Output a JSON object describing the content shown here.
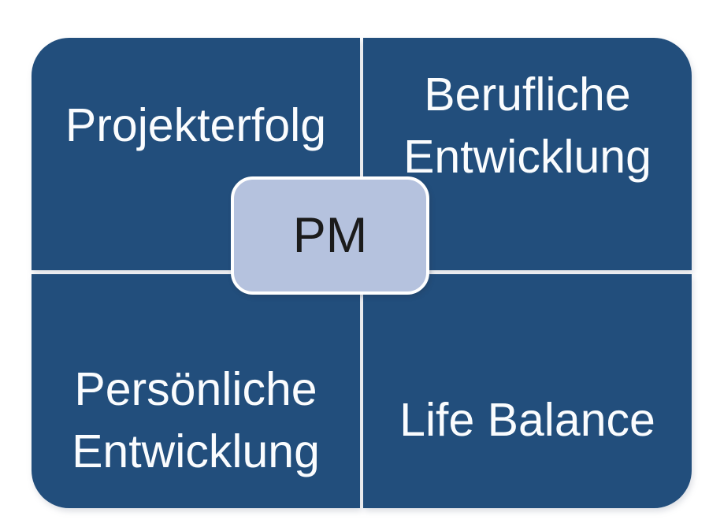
{
  "page": {
    "background_color": "#ffffff"
  },
  "diagram": {
    "type": "quadrant-matrix",
    "center": {
      "label": "PM",
      "fill_color": "#b5c2de",
      "border_color": "#ffffff",
      "text_color": "#1b1b1b"
    },
    "quadrants": {
      "top_left": {
        "label": "Projekterfolg"
      },
      "top_right": {
        "label": "Berufliche\nEntwicklung"
      },
      "bottom_left": {
        "label": "Persönliche\nEntwicklung"
      },
      "bottom_right": {
        "label": "Life Balance"
      }
    },
    "colors": {
      "quadrant_fill": "#224e7c",
      "quadrant_text": "#fafcfe",
      "divider": "#ffffff"
    }
  }
}
